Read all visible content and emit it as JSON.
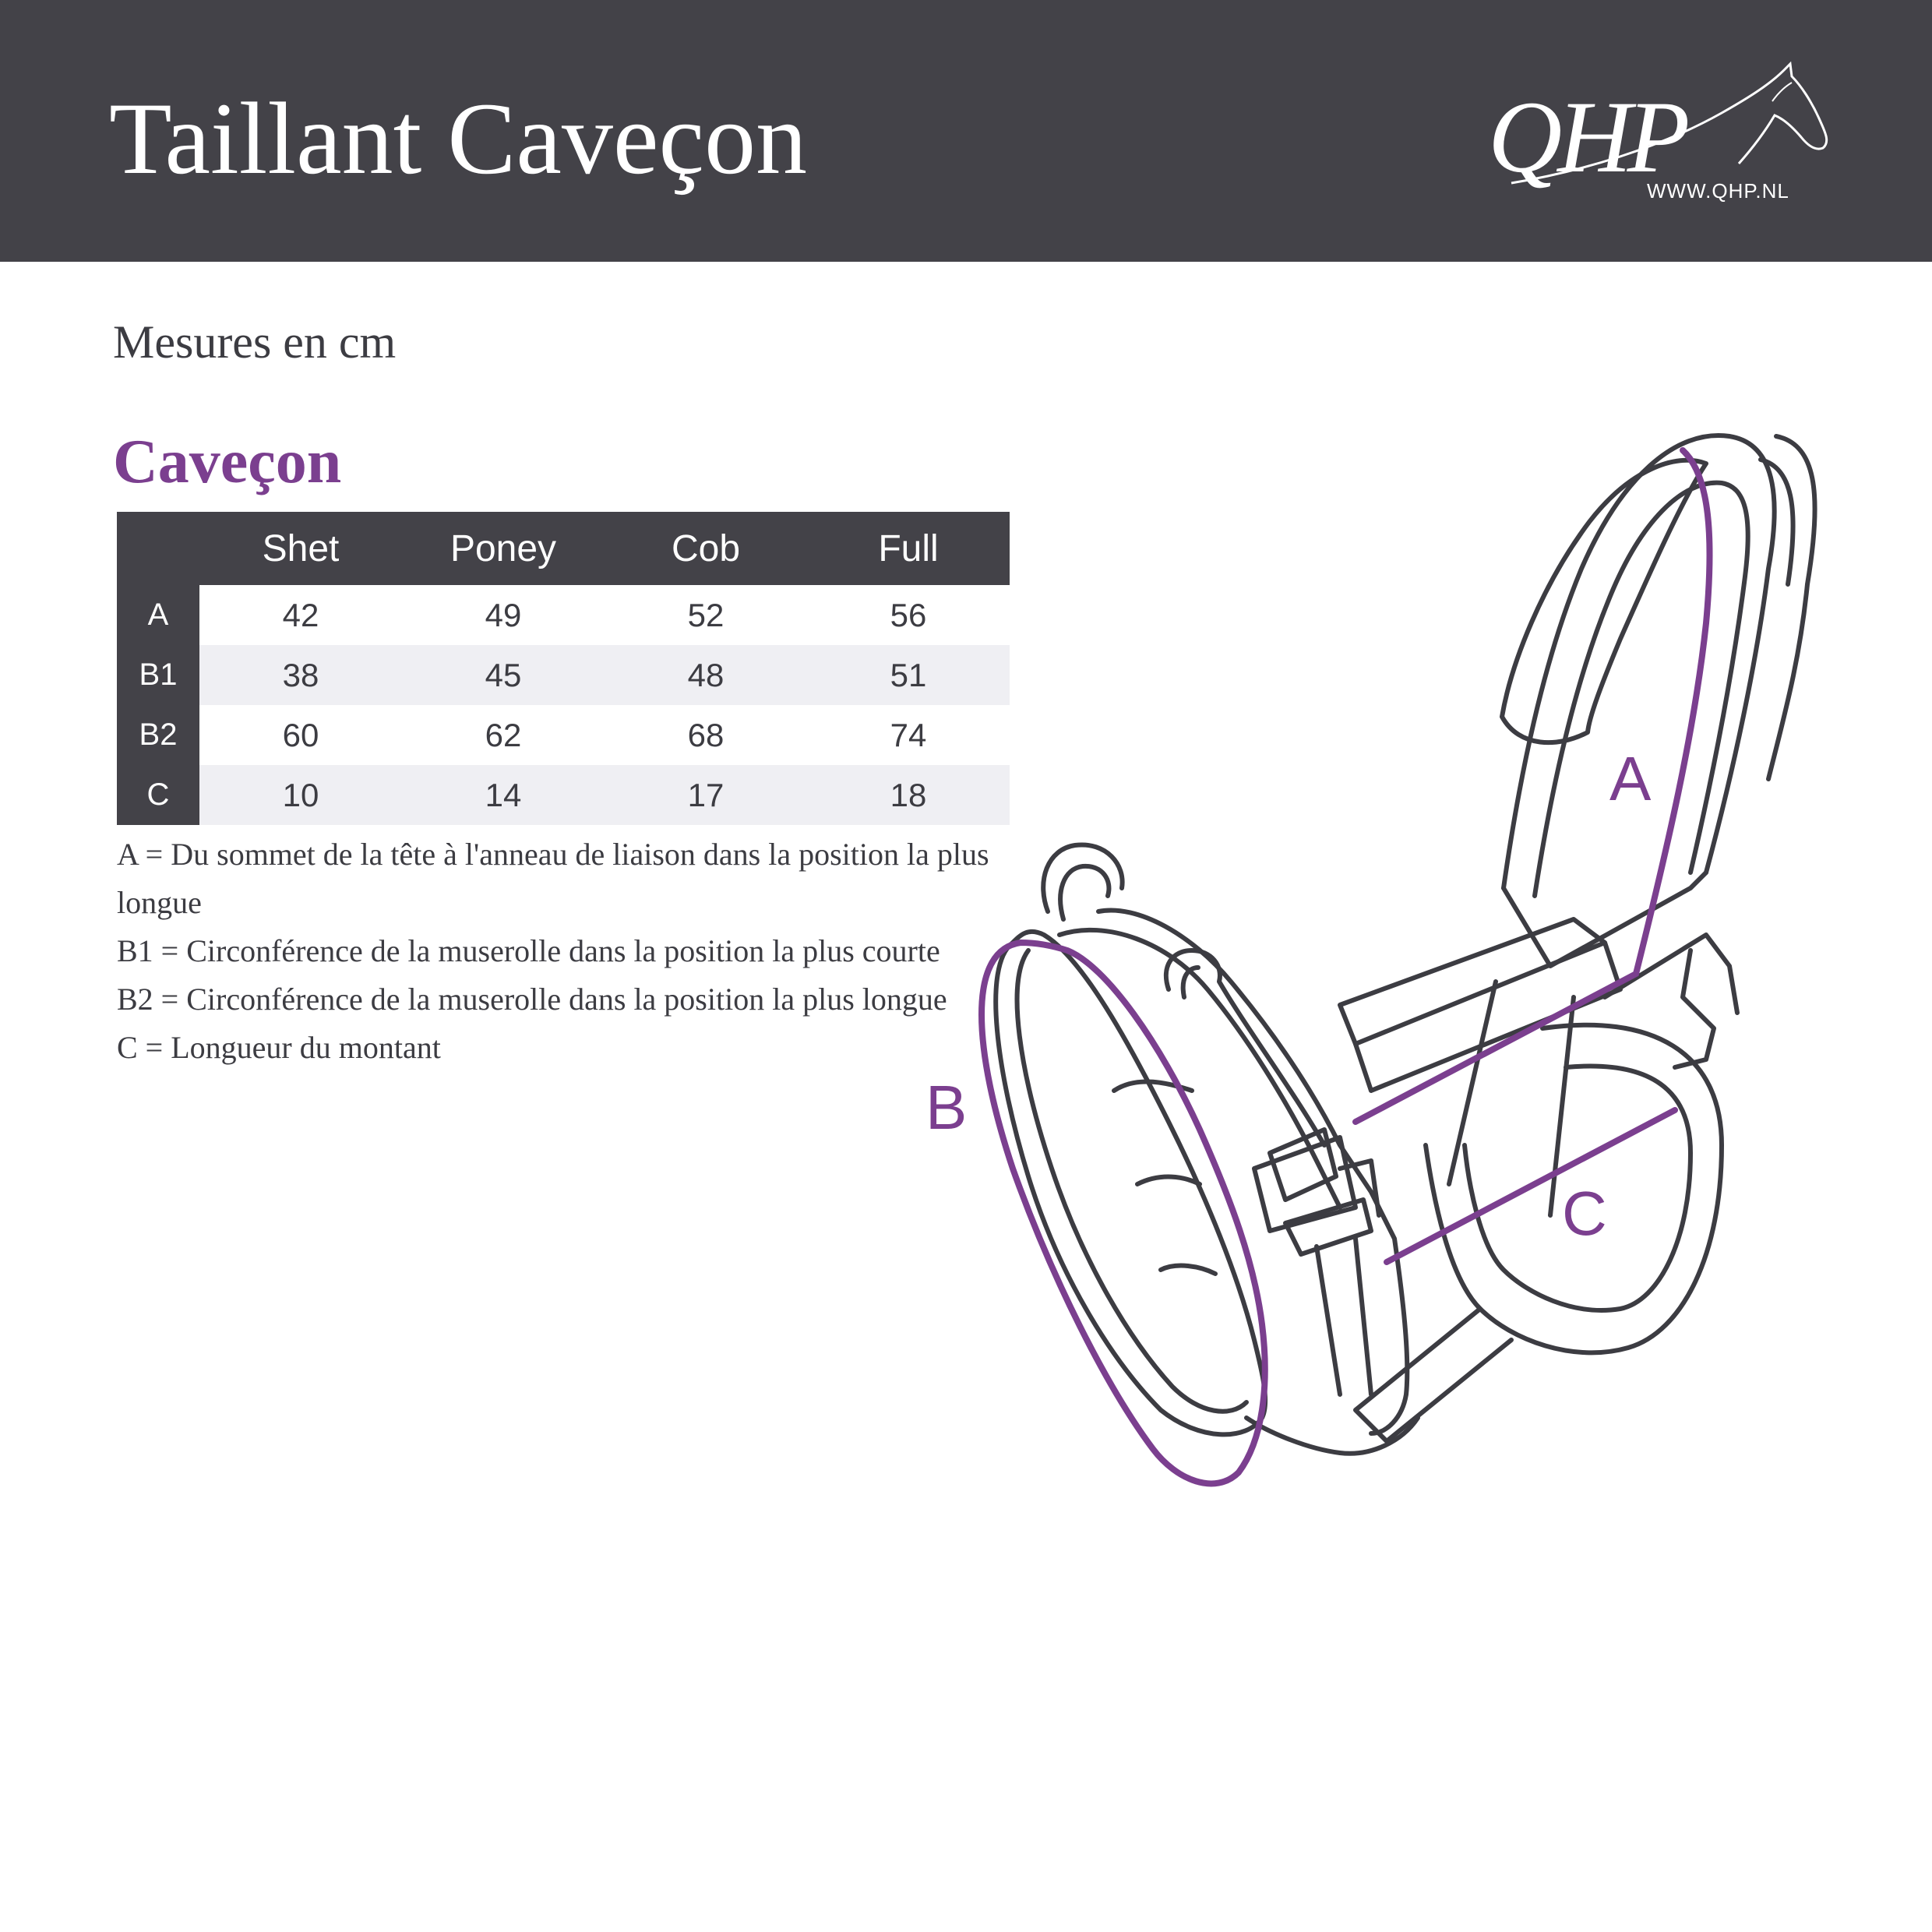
{
  "header": {
    "title": "Taillant Caveçon",
    "logo": {
      "text": "QHP",
      "url": "WWW.QHP.NL",
      "icon": "horse-head-icon"
    }
  },
  "subtitle": "Mesures en cm",
  "section_title": "Caveçon",
  "table": {
    "columns": [
      "Shet",
      "Poney",
      "Cob",
      "Full"
    ],
    "rows": [
      {
        "label": "A",
        "values": [
          "42",
          "49",
          "52",
          "56"
        ]
      },
      {
        "label": "B1",
        "values": [
          "38",
          "45",
          "48",
          "51"
        ]
      },
      {
        "label": "B2",
        "values": [
          "60",
          "62",
          "68",
          "74"
        ]
      },
      {
        "label": "C",
        "values": [
          "10",
          "14",
          "17",
          "18"
        ]
      }
    ]
  },
  "legend": {
    "a": "A = Du sommet de la tête à l'anneau de liaison dans la position la plus longue",
    "b1": "B1 = Circonférence de la muserolle dans la position la plus courte",
    "b2": "B2 = Circonférence de la muserolle dans la position la plus longue",
    "c": "C = Longueur du montant"
  },
  "diagram": {
    "label_a": "A",
    "label_b": "B",
    "label_c": "C"
  },
  "colors": {
    "header_bg": "#434248",
    "accent": "#7b3f8f",
    "stripe": "#efeff3",
    "text": "#3c3c42"
  }
}
